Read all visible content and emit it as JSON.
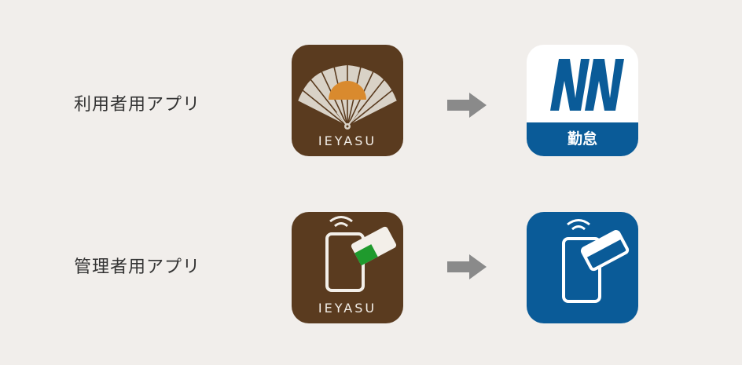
{
  "rows": [
    {
      "label": "利用者用アプリ",
      "from_icon": {
        "name": "ieyasu-fan-icon",
        "text": "IEYASU",
        "bg": "#5a3b1f"
      },
      "to_icon": {
        "name": "kintai-app-icon",
        "text": "勤怠",
        "accent": "#0a5b98"
      }
    },
    {
      "label": "管理者用アプリ",
      "from_icon": {
        "name": "ieyasu-nfc-phone-icon",
        "text": "IEYASU",
        "bg": "#5a3b1f"
      },
      "to_icon": {
        "name": "nfc-phone-icon",
        "bg": "#0a5b98"
      }
    }
  ],
  "arrow_icon": "right-arrow-icon",
  "colors": {
    "background": "#f1eeeb",
    "brown": "#5a3b1f",
    "blue": "#0a5b98",
    "arrow": "#8a8a8a",
    "green_card": "#1f9a2d",
    "sun": "#d98a2e"
  }
}
